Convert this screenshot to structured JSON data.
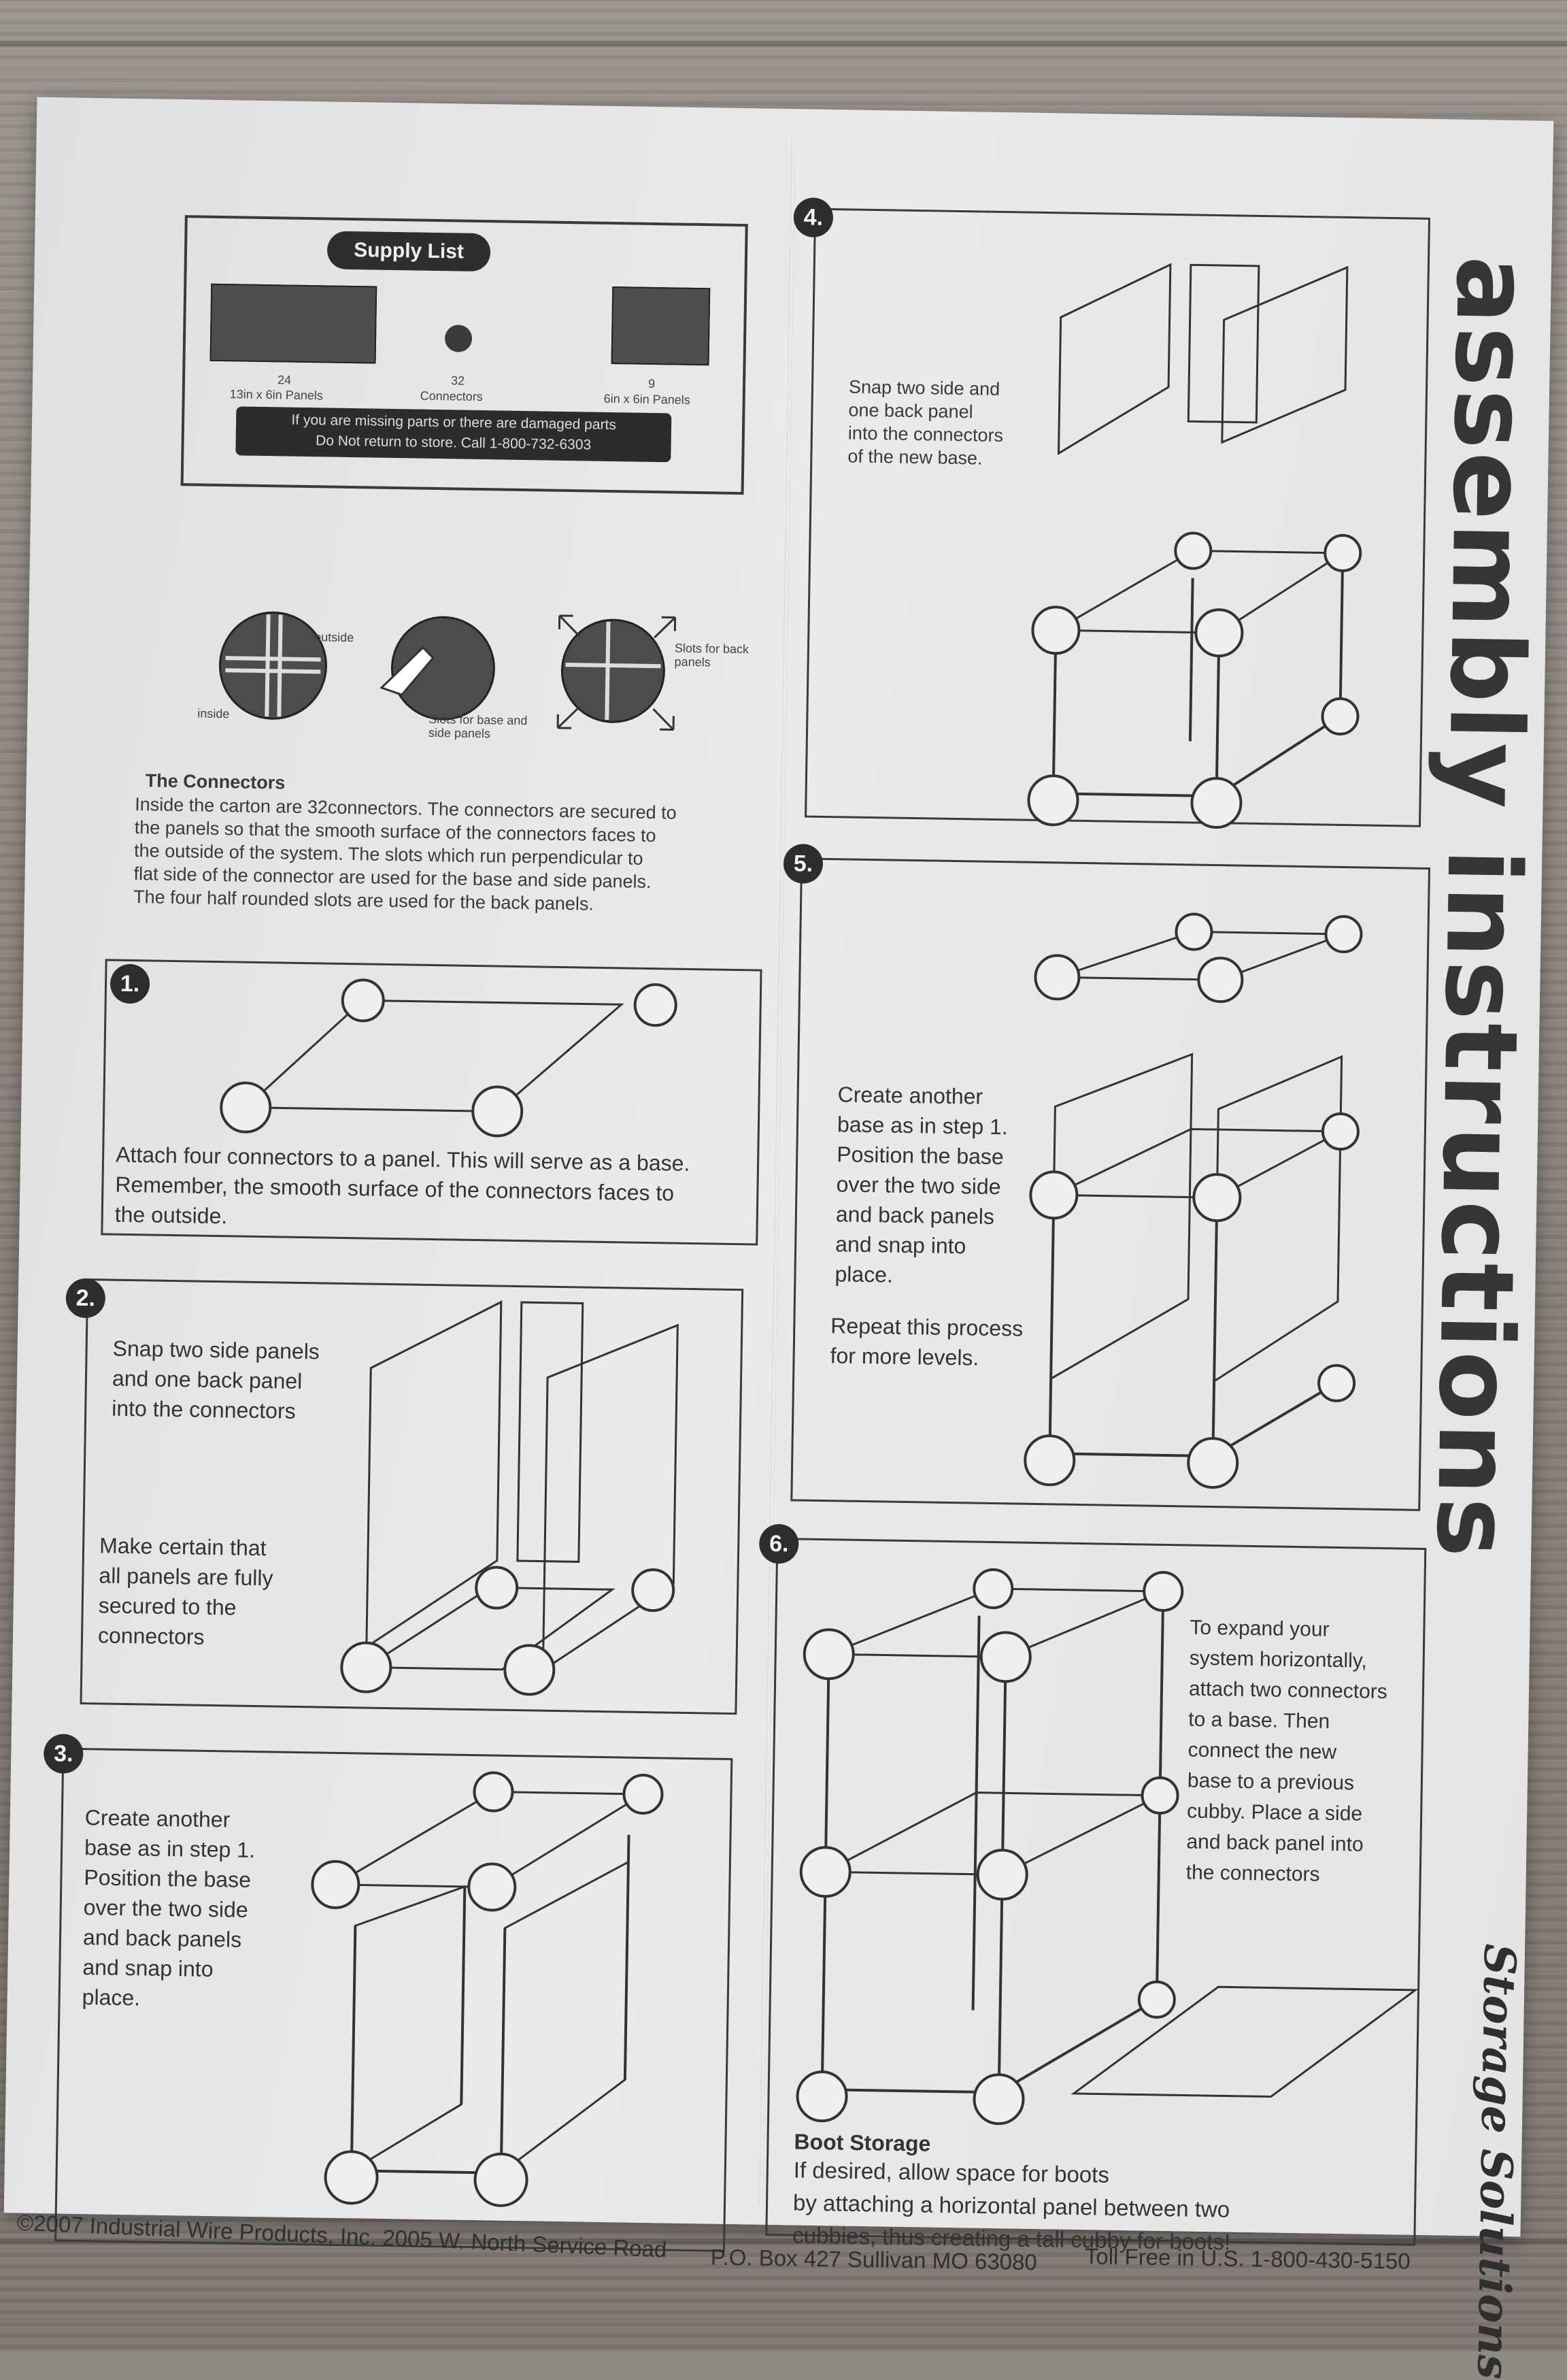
{
  "title": "assembly instructions",
  "brand": "Storage Solutions",
  "supply": {
    "title": "Supply List",
    "items": [
      {
        "count": "24",
        "label": "13in x 6in Panels"
      },
      {
        "count": "32",
        "label": "Connectors"
      },
      {
        "count": "9",
        "label": "6in x 6in Panels"
      }
    ],
    "warning_line1": "If you are missing parts or there are damaged parts",
    "warning_line2": "Do Not return to store. Call 1-800-732-6303"
  },
  "connector_labels": {
    "outside": "outside",
    "inside": "inside",
    "slots_base": "Slots for base and side panels",
    "slots_back": "Slots for back panels"
  },
  "connectors": {
    "heading": "The Connectors",
    "body": "Inside the carton are 32connectors. The connectors are secured to\nthe panels so that the smooth surface of the connectors faces to\nthe outside of the system.  The slots which run perpendicular to\nflat side of the connector are used for the base and side panels.\nThe four half rounded slots are used for the back panels."
  },
  "steps": [
    {
      "num": "1.",
      "text": "Attach four connectors to a panel. This will serve as a base.\nRemember, the smooth surface of the connectors faces to\nthe outside."
    },
    {
      "num": "2.",
      "text": "Snap two side panels\nand one back panel\ninto the connectors",
      "text2": "Make certain that\nall panels are fully\nsecured to the\nconnectors"
    },
    {
      "num": "3.",
      "text": "Create another\nbase as in step 1.\nPosition the base\nover the two side\n and back panels\nand snap into\nplace."
    },
    {
      "num": "4.",
      "text": "Snap two side and\none back panel\ninto the connectors\nof the new base."
    },
    {
      "num": "5.",
      "text": "Create another\nbase as in step 1.\nPosition the base\nover the two side\nand back panels\n and snap into\nplace.",
      "text2": "Repeat this process\nfor more levels."
    },
    {
      "num": "6.",
      "text": "To expand your\nsystem horizontally,\n attach two connectors\nto a base. Then\nconnect the new\n base to a previous\ncubby. Place a side\nand back panel into\nthe connectors"
    }
  ],
  "boot": {
    "heading": "Boot Storage",
    "body": "If desired, allow space for boots\nby attaching a horizontal panel between two\ncubbies, thus creating a tall cubby for boots!"
  },
  "footer": {
    "copyright": "©2007 Industrial Wire Products, Inc. 2005 W. North Service Road",
    "po": "P.O. Box 427   Sullivan MO 63080",
    "tollfree": "Toll Free in U.S. 1-800-430-5150"
  }
}
